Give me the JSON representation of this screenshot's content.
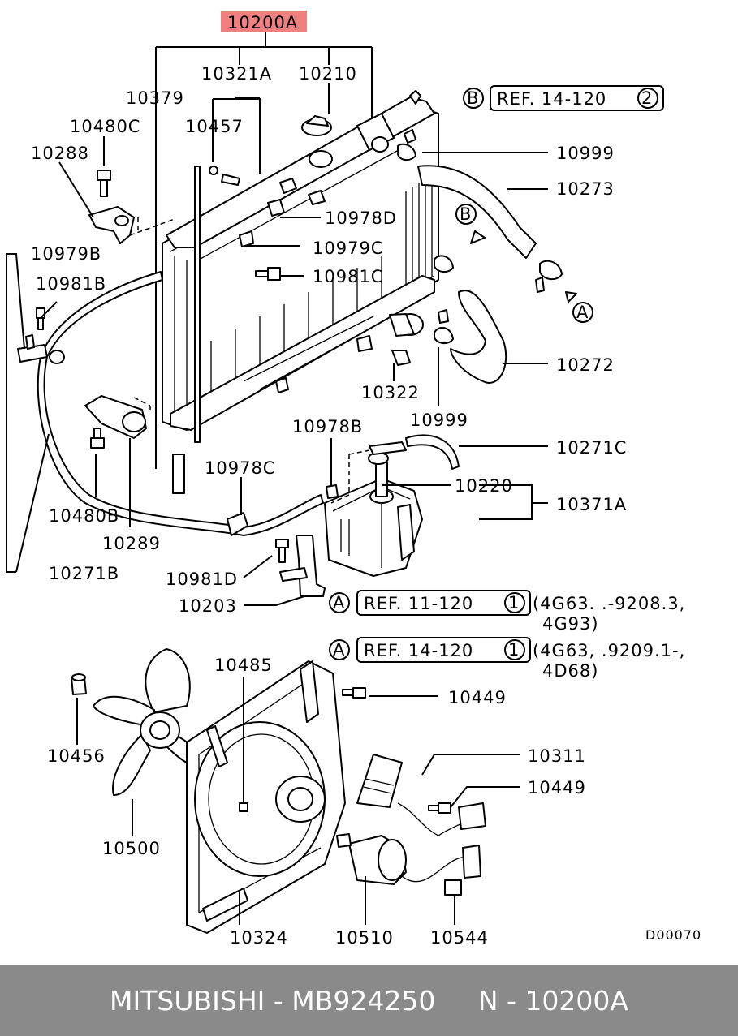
{
  "diagram": {
    "highlight_part": "10200A",
    "highlight_color": "#f08080",
    "diagram_code": "D00070",
    "callouts": {
      "p10379": "10379",
      "p10321A": "10321A",
      "p10210": "10210",
      "p10480C": "10480C",
      "p10457": "10457",
      "p10288": "10288",
      "p10999a": "10999",
      "p10273": "10273",
      "p10978D": "10978D",
      "p10979B": "10979B",
      "p10979C": "10979C",
      "p10981B": "10981B",
      "p10981C": "10981C",
      "p10272": "10272",
      "p10322": "10322",
      "p10999b": "10999",
      "p10978B": "10978B",
      "p10271C": "10271C",
      "p10978C": "10978C",
      "p10220": "10220",
      "p10371A": "10371A",
      "p10480B": "10480B",
      "p10289": "10289",
      "p10981D": "10981D",
      "p10271B": "10271B",
      "p10203": "10203",
      "p10485": "10485",
      "p10449a": "10449",
      "p10456": "10456",
      "p10311": "10311",
      "p10449b": "10449",
      "p10500": "10500",
      "p10324": "10324",
      "p10510": "10510",
      "p10544": "10544"
    },
    "markers": {
      "A": "A",
      "B": "B"
    },
    "refs": {
      "ref_b_text": "REF. 14-120",
      "ref_b_num": "2",
      "ref_a1_text": "REF. 11-120",
      "ref_a1_num": "1",
      "ref_a1_note_1": "(4G63. .-9208.3,",
      "ref_a1_note_2": "4G93)",
      "ref_a2_text": "REF. 14-120",
      "ref_a2_num": "1",
      "ref_a2_note_1": "(4G63, .9209.1-,",
      "ref_a2_note_2": "4D68)"
    }
  },
  "footer": {
    "brand": "MITSUBISHI",
    "sep1": " - ",
    "part_number": "MB924250",
    "gap": "     ",
    "code_prefix": "N",
    "sep2": " - ",
    "code": "10200A"
  }
}
